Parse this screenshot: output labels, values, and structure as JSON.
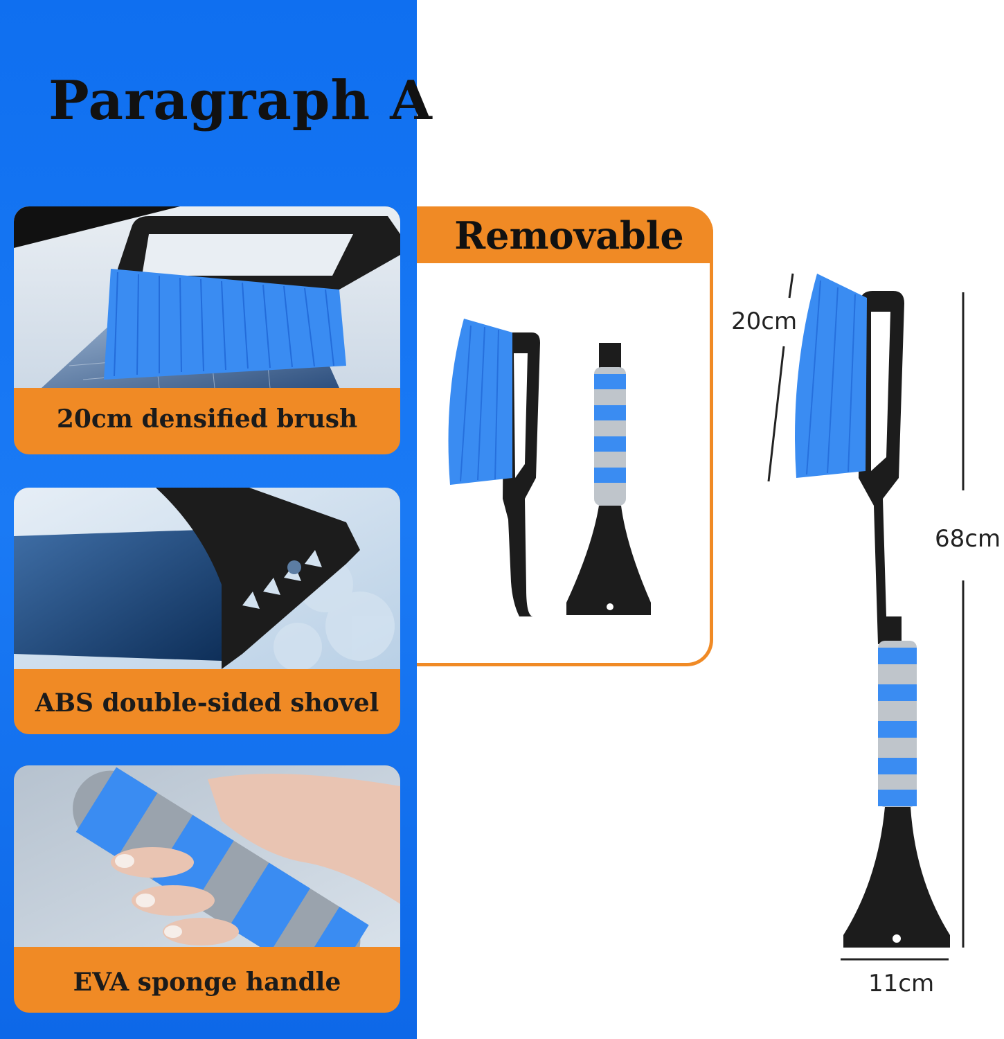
{
  "title": "Paragraph A",
  "features": [
    {
      "caption": "20cm densified brush"
    },
    {
      "caption": "ABS double-sided shovel"
    },
    {
      "caption": "EVA sponge handle"
    }
  ],
  "removable": {
    "label": "Removable"
  },
  "dimensions": {
    "brush_length": "20cm",
    "total_length": "68cm",
    "width": "11cm"
  },
  "colors": {
    "blue_panel": "#0f6ff0",
    "orange": "#f08a25",
    "bristle_blue": "#3a8cf2",
    "black": "#1c1c1c"
  }
}
